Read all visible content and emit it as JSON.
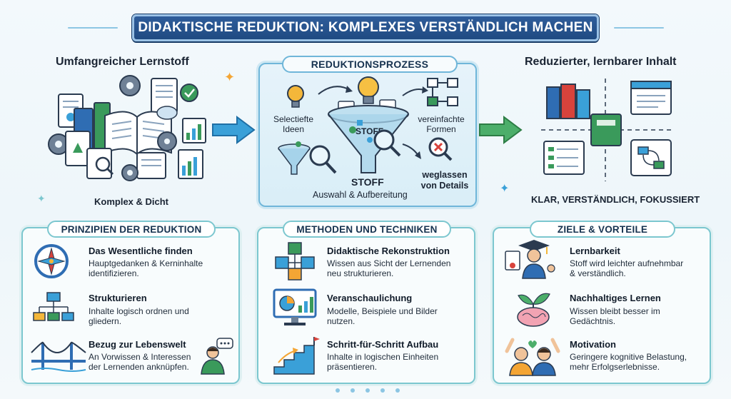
{
  "title": "DIDAKTISCHE REDUKTION: KOMPLEXES VERSTÄNDLICH MACHEN",
  "left": {
    "heading": "Umfangreicher Lernstoff",
    "caption": "Komplex & Dicht"
  },
  "process": {
    "heading": "REDUKTIONSPROZESS",
    "selected_line1": "Selectiefte",
    "selected_line2": "Ideen",
    "simplified_line1": "vereinfachte",
    "simplified_line2": "Formen",
    "omit_line1": "weglassen",
    "omit_line2": "von Details",
    "funnel_label": "STOFF",
    "stoff": "STOFF",
    "stoff_sub": "Auswahl & Aufbereitung"
  },
  "right": {
    "heading": "Reduzierter, lernbarer Inhalt",
    "caption": "KLAR, VERSTÄNDLICH, FOKUSSIERT"
  },
  "cards": [
    {
      "title": "PRINZIPIEN DER REDUKTION",
      "items": [
        {
          "title": "Das Wesentliche finden",
          "line1": "Hauptgedanken & Kerninhalte",
          "line2": "identifizieren."
        },
        {
          "title": "Strukturieren",
          "line1": "Inhalte logisch ordnen und",
          "line2": "gliedern."
        },
        {
          "title": "Bezug zur Lebenswelt",
          "line1": "An Vorwissen & Interessen",
          "line2": "der Lernenden anknüpfen."
        }
      ]
    },
    {
      "title": "METHODEN UND TECHNIKEN",
      "items": [
        {
          "title": "Didaktische Rekonstruktion",
          "line1": "Wissen aus Sicht der Lernenden",
          "line2": "neu strukturieren."
        },
        {
          "title": "Veranschaulichung",
          "line1": "Modelle, Beispiele und Bilder",
          "line2": "nutzen."
        },
        {
          "title": "Schritt-für-Schritt Aufbau",
          "line1": "Inhalte in logischen Einheiten",
          "line2": "präsentieren."
        }
      ]
    },
    {
      "title": "ZIELE & VORTEILE",
      "items": [
        {
          "title": "Lernbarkeit",
          "line1": "Stoff wird leichter aufnehmbar",
          "line2": "& verständlich."
        },
        {
          "title": "Nachhaltiges Lernen",
          "line1": "Wissen bleibt besser im",
          "line2": "Gedächtnis."
        },
        {
          "title": "Motivation",
          "line1": "Geringere kognitive Belastung,",
          "line2": "mehr Erfolgserlebnisse."
        }
      ]
    }
  ],
  "colors": {
    "banner": "#1f4a82",
    "accent_teal": "#7cc7cf",
    "accent_blue": "#6fb6d9",
    "arrow": "#3aa0d8",
    "green": "#3a9a5b",
    "orange": "#f4a534"
  }
}
